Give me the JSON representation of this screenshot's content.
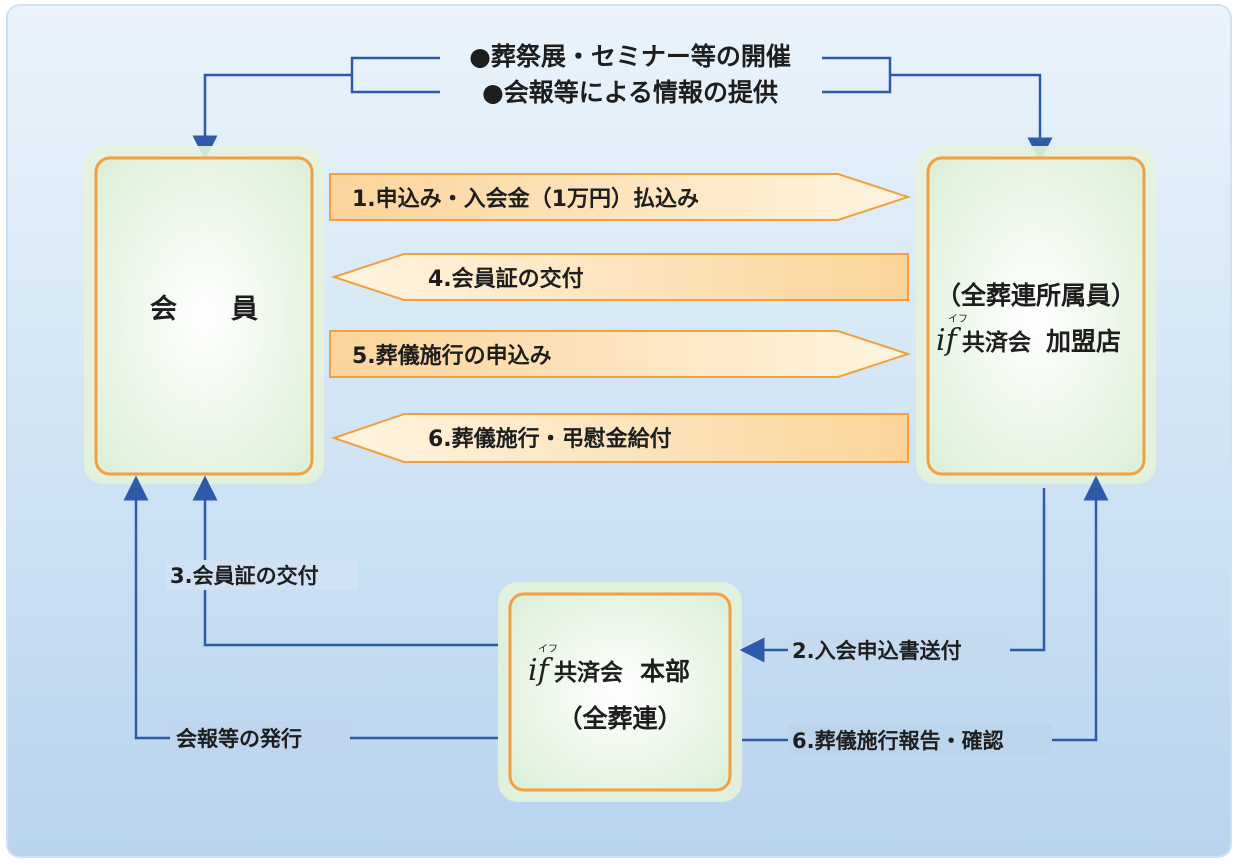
{
  "top_notices": [
    "●葬祭展・セミナー等の開催",
    "●会報等による情報の提供"
  ],
  "member_box": {
    "label": "会　　員"
  },
  "store_box": {
    "line1": "（全葬連所属員）",
    "logo_ruby": "イフ",
    "logo": "if",
    "name": "共済会",
    "suffix": "加盟店"
  },
  "hq_box": {
    "logo_ruby": "イフ",
    "logo": "if",
    "name": "共済会",
    "suffix": "本部",
    "line2": "（全葬連）"
  },
  "flow_arrows": [
    {
      "text": "1.申込み・入会金（1万円）払込み",
      "direction": "right"
    },
    {
      "text": "4.会員証の交付",
      "direction": "left"
    },
    {
      "text": "5.葬儀施行の申込み",
      "direction": "right"
    },
    {
      "text": "6.葬儀施行・弔慰金給付",
      "direction": "left"
    }
  ],
  "connector_labels": {
    "member_card": "3.会員証の交付",
    "newsletter": "会報等の発行",
    "application_send": "2.入会申込書送付",
    "funeral_report": "6.葬儀施行報告・確認"
  },
  "colors": {
    "arrow_blue": "#2e5aaa",
    "box_border": "#f0a040",
    "box_fill": "#f2f8ea",
    "flow_fill": "#fbd6a0",
    "flow_border": "#f0a040"
  }
}
